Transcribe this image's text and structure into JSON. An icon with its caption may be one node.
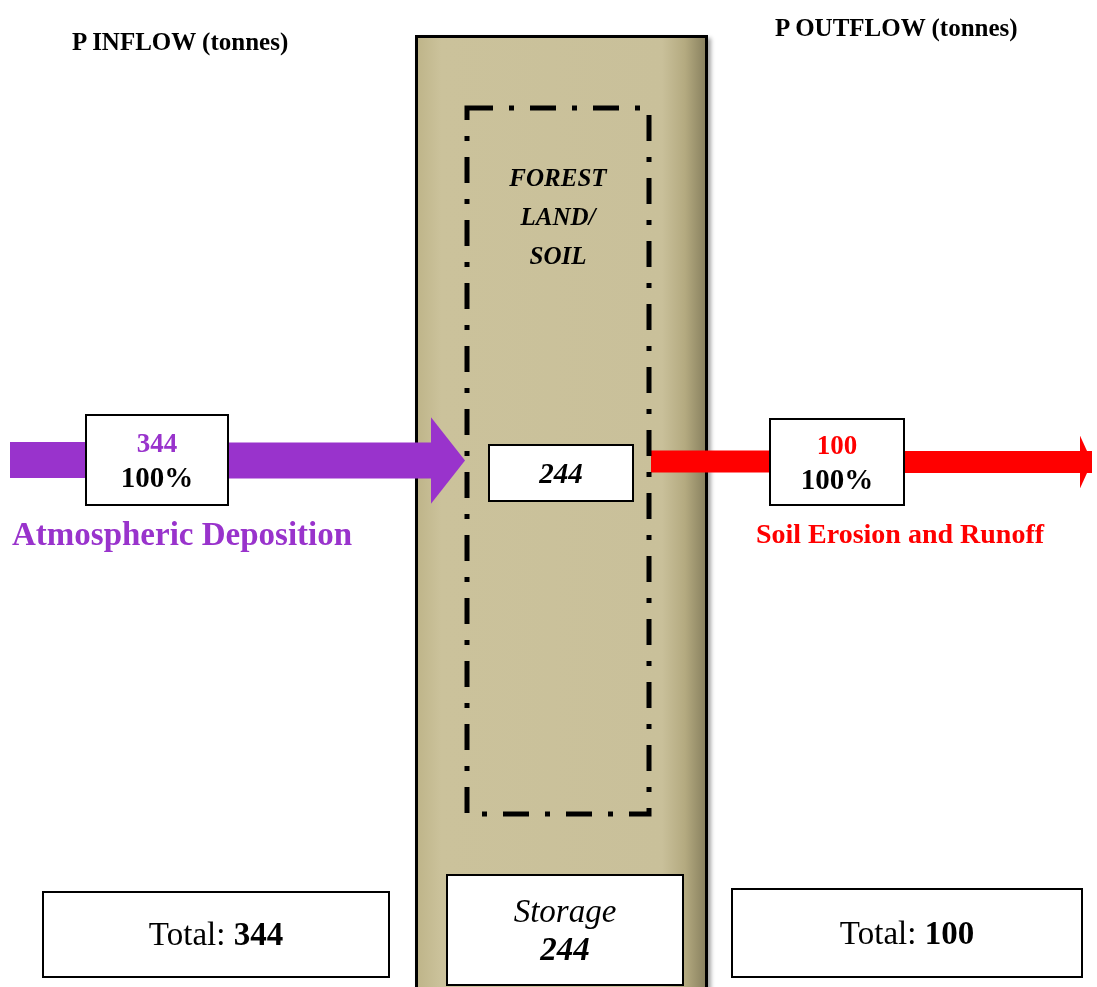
{
  "diagram": {
    "nodes": [
      {
        "text": [],
        "shape": "box"
      },
      {
        "text": [
          "FOREST LAND/ SOIL"
        ],
        "in": 0
      },
      {
        "text": [
          "244"
        ],
        "in": 1
      },
      {
        "text": [
          "Storage",
          "244"
        ],
        "in": 0
      },
      {
        "text": [
          "344",
          "100%"
        ],
        "beside": [
          "Atmospheric Deposition"
        ]
      },
      {
        "text": [
          "100",
          "100%"
        ],
        "beside": [
          "Soil Erosion and Runoff"
        ]
      },
      {
        "text": [
          "Total: **344**"
        ]
      },
      {
        "text": [
          "Total: **100**"
        ]
      }
    ],
    "edges": [
      {
        "from": null,
        "to": 4,
        "arrow": "none",
        "color": "#9933cc"
      },
      {
        "from": 4,
        "to": 1,
        "arrow": "to",
        "color": "#9933cc"
      },
      {
        "from": 1,
        "to": 5,
        "arrow": "none",
        "color": "#ff0000"
      },
      {
        "from": 5,
        "to": null,
        "arrow": "to",
        "color": "#ff0000"
      }
    ],
    "labels": [
      "P INFLOW (tonnes)",
      "P OUTFLOW (tonnes)"
    ]
  }
}
